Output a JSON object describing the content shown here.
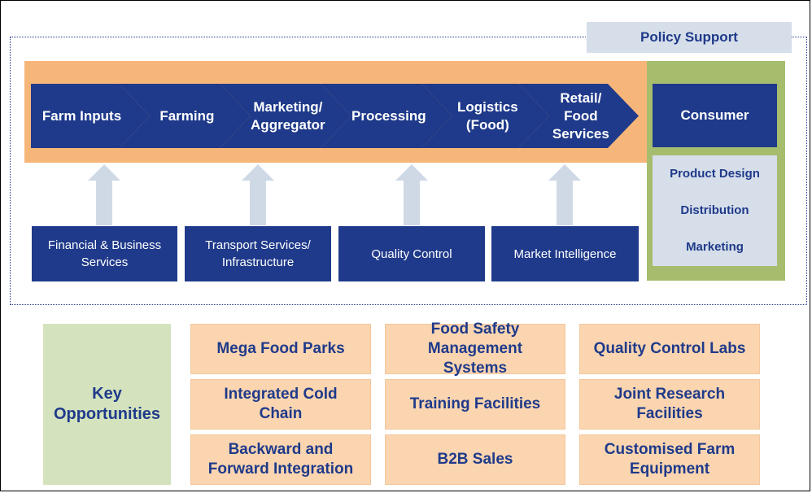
{
  "policy_support": "Policy Support",
  "value_chain": [
    "Farm Inputs",
    "Farming",
    "Marketing/\nAggregator",
    "Processing",
    "Logistics\n(Food)",
    "Retail/\nFood\nServices"
  ],
  "consumer": {
    "title": "Consumer",
    "items": [
      "Product Design",
      "Distribution",
      "Marketing"
    ]
  },
  "support_services": [
    "Financial & Business\nServices",
    "Transport Services/\nInfrastructure",
    "Quality Control",
    "Market Intelligence"
  ],
  "key_opportunities": {
    "label": "Key\nOpportunities",
    "items": [
      "Mega Food Parks",
      "Food Safety\nManagement\nSystems",
      "Quality Control Labs",
      "Integrated Cold\nChain",
      "Training Facilities",
      "Joint Research\nFacilities",
      "Backward and\nForward Integration",
      "B2B Sales",
      "Customised Farm\nEquipment"
    ]
  },
  "colors": {
    "navy": "#1f3a8a",
    "orange_band": "#f6b67a",
    "green_panel": "#a6bd6e",
    "light_blue": "#d6dee9",
    "opportunity_fill": "#fbd5b0",
    "key_fill": "#d4e3bd",
    "arrow_fill": "#cfd9e6"
  }
}
